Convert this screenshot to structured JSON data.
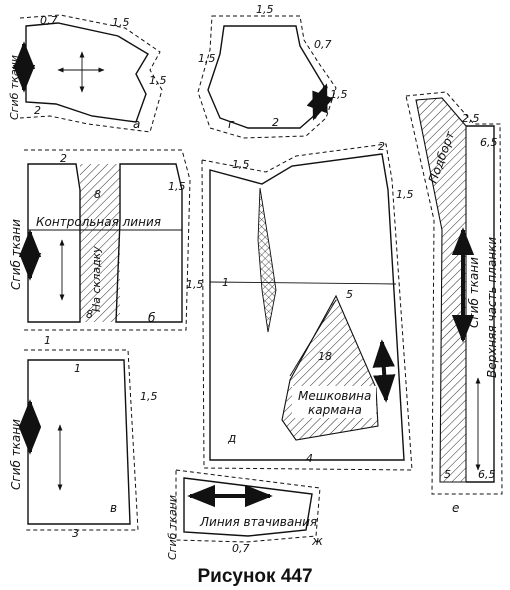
{
  "caption": "Рисунок 447",
  "pieces": {
    "a": {
      "letter": "а",
      "fold": "Сгиб ткани",
      "dims": [
        "0,7",
        "1,5",
        "1,5",
        "2"
      ]
    },
    "g": {
      "letter": "г",
      "dims": [
        "1,5",
        "1,5",
        "0,7",
        "1,5",
        "2"
      ]
    },
    "b": {
      "letter": "б",
      "fold": "Сгиб ткани",
      "control_line": "Контрольная линия",
      "pleat": "На складку",
      "dims": [
        "2",
        "8",
        "1,5",
        "8",
        "1"
      ]
    },
    "v": {
      "letter": "в",
      "fold": "Сгиб ткани",
      "dims": [
        "1",
        "1,5",
        "3"
      ]
    },
    "d": {
      "letter": "д",
      "pocket": [
        "Мешковина",
        "кармана"
      ],
      "dims": [
        "1,5",
        "2",
        "1,5",
        "1,5",
        "1",
        "5",
        "18",
        "4"
      ]
    },
    "e": {
      "letter": "е",
      "facing": "Подборт",
      "fold": "Сгиб ткани",
      "top_strip": "Верхняя часть планки",
      "dims": [
        "2,5",
        "6,5",
        "5",
        "6,5"
      ]
    },
    "zh": {
      "letter": "ж",
      "fold": "Сгиб ткани",
      "sew_line": "Линия втачивания",
      "dims": [
        "0,7"
      ]
    }
  }
}
